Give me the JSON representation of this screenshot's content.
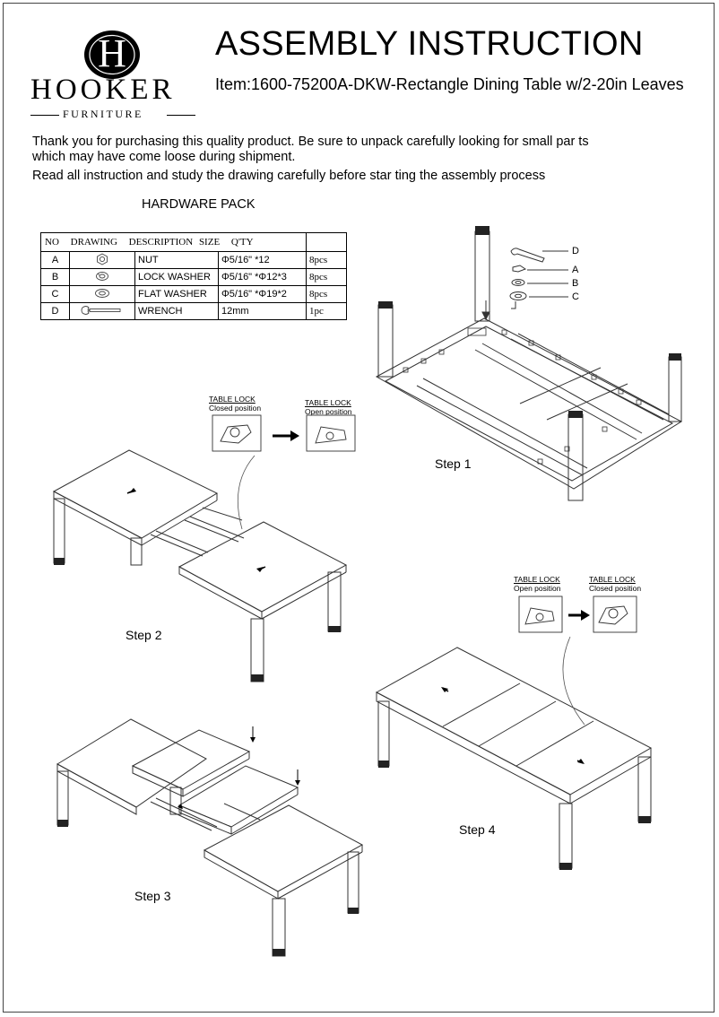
{
  "brand": {
    "logo_letter": "H",
    "name": "HOOKER",
    "sub": "FURNITURE"
  },
  "header": {
    "title": "ASSEMBLY INSTRUCTION",
    "item": "Item:1600-75200A-DKW-Rectangle Dining Table w/2-20in Leaves"
  },
  "intro": {
    "line1": "Thank you for purchasing this quality product. Be sure to unpack carefully looking for small par  ts",
    "line2": "which may have come loose during  shipment.",
    "line3": "Read all instruction and study the drawing carefully before star ting the assembly process"
  },
  "hardware": {
    "title": "HARDWARE PACK",
    "headers": [
      "NO",
      "DRAWING",
      "DESCRIPTION",
      "SIZE",
      "Q'TY"
    ],
    "rows": [
      {
        "no": "A",
        "description": "NUT",
        "size": "Φ5/16\" *12",
        "qty": "8pcs",
        "icon": "nut-icon"
      },
      {
        "no": "B",
        "description": "LOCK WASHER",
        "size": "Φ5/16\" *Φ12*3",
        "qty": "8pcs",
        "icon": "lock-washer-icon"
      },
      {
        "no": "C",
        "description": "FLAT WASHER",
        "size": "Φ5/16\" *Φ19*2",
        "qty": "8pcs",
        "icon": "flat-washer-icon"
      },
      {
        "no": "D",
        "description": "WRENCH",
        "size": "12mm",
        "qty": "1pc",
        "icon": "wrench-icon"
      }
    ]
  },
  "step1": {
    "label": "Step 1",
    "callouts": [
      "D",
      "A",
      "B",
      "C"
    ]
  },
  "step2": {
    "label": "Step 2",
    "lock_from": {
      "title": "TABLE LOCK",
      "state": "Closed position"
    },
    "lock_to": {
      "title": "TABLE LOCK",
      "state": "Open position"
    }
  },
  "step3": {
    "label": "Step 3"
  },
  "step4": {
    "label": "Step 4",
    "lock_from": {
      "title": "TABLE LOCK",
      "state": "Open position"
    },
    "lock_to": {
      "title": "TABLE LOCK",
      "state": "Closed position"
    }
  }
}
